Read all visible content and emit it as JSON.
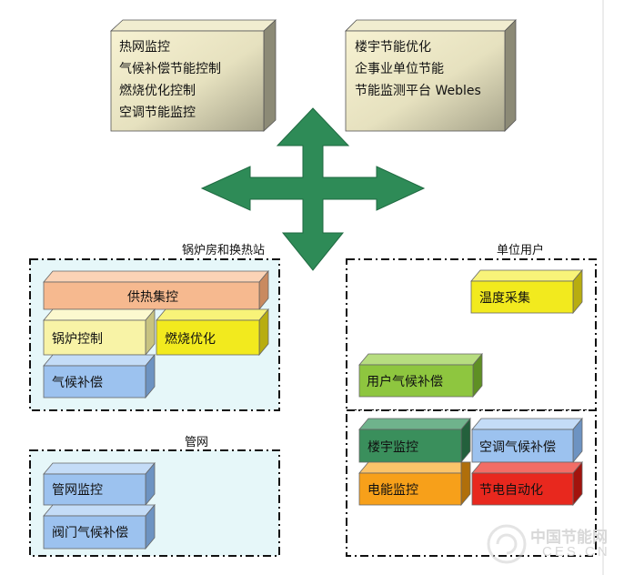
{
  "top_left_box": {
    "lines": [
      "热网监控",
      "气候补偿节能控制",
      "燃烧优化控制",
      "空调节能监控"
    ]
  },
  "top_right_box": {
    "lines": [
      "楼宇节能优化",
      "企事业单位节能",
      "节能监测平台 Webles"
    ]
  },
  "sections": {
    "boiler_station": "锅炉房和换热站",
    "pipe_network": "管网",
    "unit_users": "单位用户"
  },
  "blocks": {
    "heating_control": "供热集控",
    "boiler_control": "锅炉控制",
    "combustion_opt": "燃烧优化",
    "climate_comp": "气候补偿",
    "pipe_monitor": "管网监控",
    "valve_climate": "阀门气候补偿",
    "temp_collect": "温度采集",
    "user_climate": "用户气候补偿",
    "building_monitor": "楼宇监控",
    "ac_climate": "空调气候补偿",
    "power_monitor": "电能监控",
    "power_automation": "节电自动化"
  },
  "colors": {
    "arrow": "#2e8b57",
    "heating_control": "#f6b98f",
    "yellow_light": "#f8f3a6",
    "yellow": "#f2ea1e",
    "blue": "#9cc2ef",
    "green_light": "#8ec63f",
    "green_dark": "#3a8f5c",
    "orange": "#f7a01a",
    "red": "#e8281e"
  },
  "watermark": {
    "text_cn": "中国节能网",
    "text_en": "CES.CN"
  }
}
